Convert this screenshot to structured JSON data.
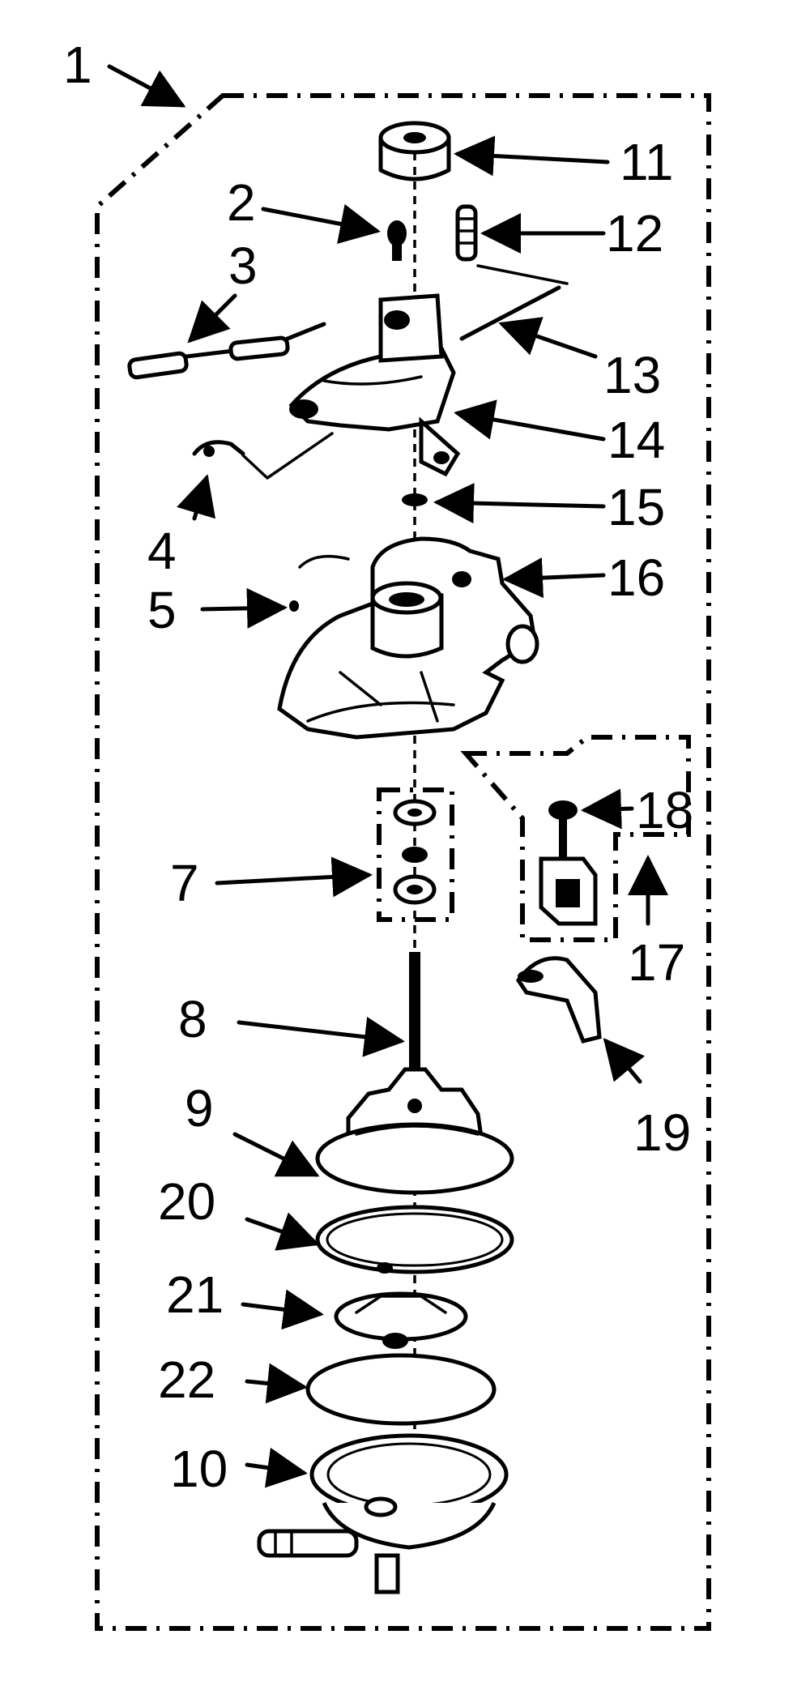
{
  "diagram": {
    "callouts": [
      "1",
      "2",
      "3",
      "4",
      "5",
      "7",
      "8",
      "9",
      "20",
      "21",
      "22",
      "10",
      "11",
      "12",
      "13",
      "14",
      "15",
      "16",
      "18",
      "17",
      "19"
    ]
  }
}
